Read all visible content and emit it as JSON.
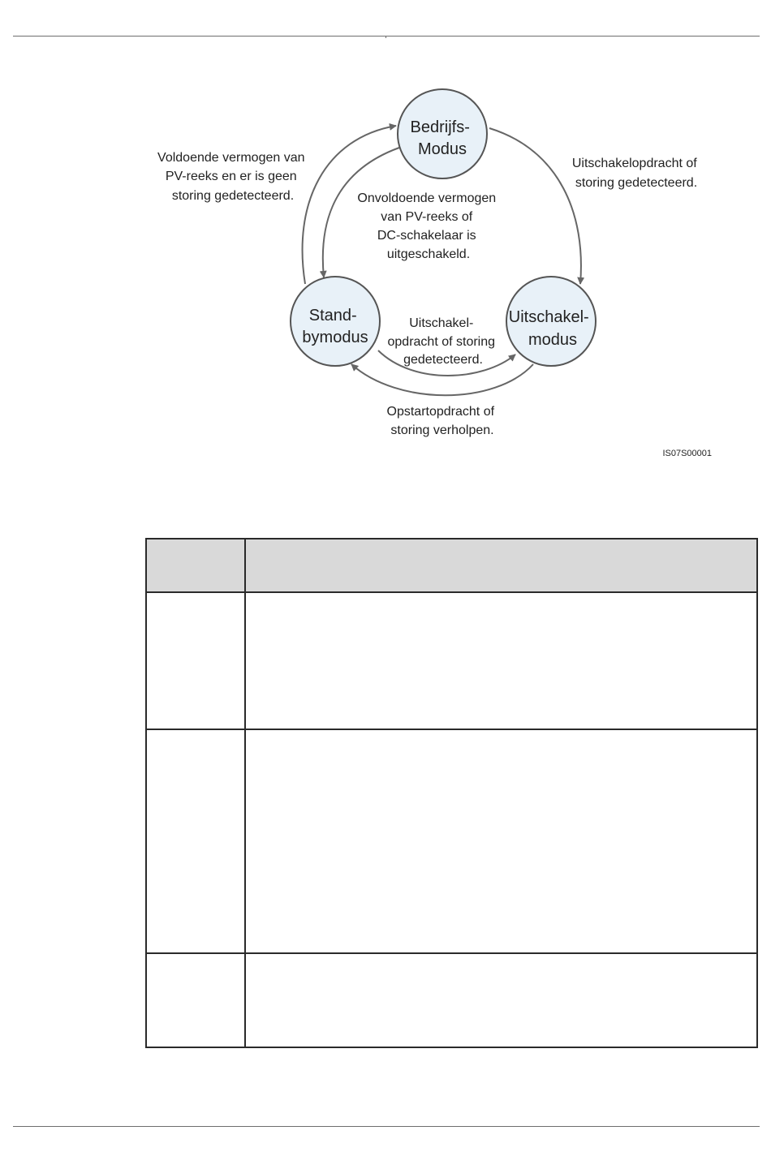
{
  "diagram": {
    "nodes": {
      "operating": [
        "Bedrijfs-",
        "Modus"
      ],
      "standby": [
        "Stand-",
        "bymodus"
      ],
      "shutdown": [
        "Uitschakel-",
        "modus"
      ]
    },
    "edges": {
      "standby_to_operating": [
        "Voldoende vermogen van",
        "PV-reeks en er is geen",
        "storing gedetecteerd."
      ],
      "operating_to_standby": [
        "Onvoldoende vermogen",
        "van PV-reeks of",
        "DC-schakelaar is",
        "uitgeschakeld."
      ],
      "operating_to_shutdown": [
        "Uitschakelopdracht of",
        "storing gedetecteerd."
      ],
      "standby_to_shutdown": [
        "Uitschakel-",
        "opdracht of storing",
        "gedetecteerd."
      ],
      "shutdown_to_standby": [
        "Opstartopdracht of",
        "storing verholpen."
      ]
    },
    "figure_code": "IS07S00001",
    "colors": {
      "node_fill": "#e8f1f8",
      "stroke": "#555555",
      "arrow": "#666666",
      "header_fill": "#d9d9d9"
    }
  },
  "table": {
    "header": [
      "",
      ""
    ],
    "rows": [
      [
        "",
        ""
      ],
      [
        "",
        ""
      ],
      [
        "",
        ""
      ]
    ]
  }
}
